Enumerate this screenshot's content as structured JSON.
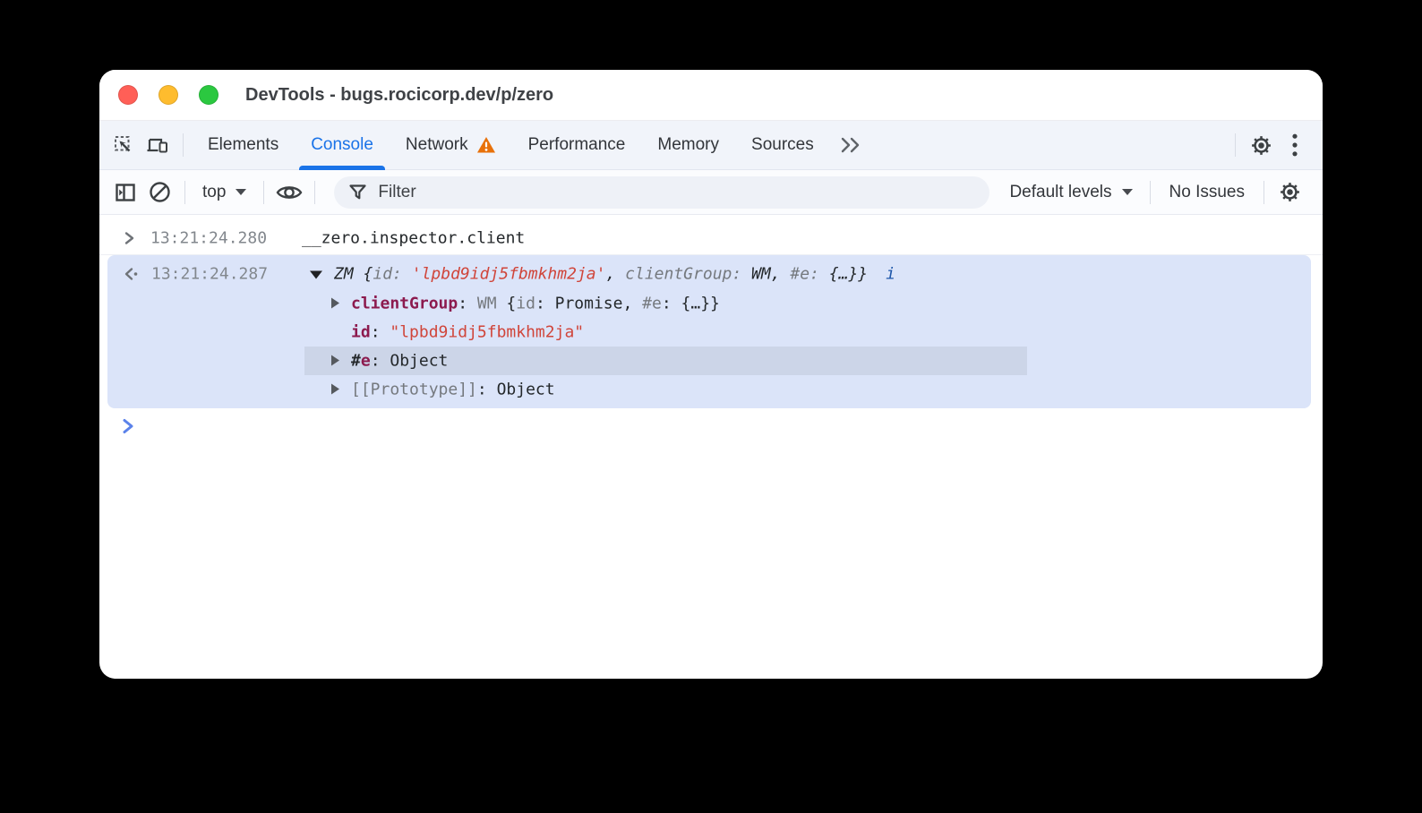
{
  "window": {
    "title": "DevTools - bugs.rocicorp.dev/p/zero"
  },
  "tabbar": {
    "tabs": [
      "Elements",
      "Console",
      "Network",
      "Performance",
      "Memory",
      "Sources"
    ],
    "active_tab": "Console",
    "more_tabs": "»"
  },
  "toolbar": {
    "context_selector": "top",
    "filter_placeholder": "Filter",
    "log_levels": "Default levels",
    "issues": "No Issues"
  },
  "console": {
    "input_line": {
      "timestamp": "13:21:24.280",
      "command": "__zero.inspector.client"
    },
    "result_line": {
      "timestamp": "13:21:24.287",
      "preview": {
        "class_open": "ZM {",
        "key_id": "id: ",
        "value_id": "'lpbd9idj5fbmkhm2ja'",
        "sep1": ", ",
        "key_clientgroup": "clientGroup: ",
        "value_clientgroup": "WM, ",
        "key_e": "#e: ",
        "closing": "{…}}",
        "info_hint": "i"
      },
      "children": {
        "clientgroup": {
          "name": "clientGroup",
          "sep": ": ",
          "class_name": "WM ",
          "open_brace": "{",
          "key_id": "id",
          "value_id": ": Promise, ",
          "key_e": "#e",
          "value_e": ": {…}}"
        },
        "id": {
          "name": "id",
          "sep": ": ",
          "value": "\"lpbd9idj5fbmkhm2ja\""
        },
        "private_e": {
          "hash": "#",
          "name": "e",
          "sep": ": ",
          "value": "Object"
        },
        "prototype": {
          "name": "[[Prototype]]",
          "sep": ": ",
          "value": "Object"
        }
      }
    }
  },
  "icons": {
    "inspect": "inspect-cursor",
    "device_toolbar": "laptop-phone",
    "network_warning": "orange-triangle-exclamation",
    "settings": "gear",
    "menu": "kebab-vertical-dots",
    "console_sidebar": "panel-with-play",
    "clear_console": "circle-slash",
    "live_expression": "eye",
    "filter": "funnel",
    "input_marker": "chevron-right",
    "output_marker": "chevron-left-dot",
    "prompt": "blue-chevron-right"
  },
  "colors": {
    "accent": "#1a73e8",
    "warning": "#e8710a",
    "string": "#d0453a",
    "property": "#8c1a4e",
    "result_highlight": "#dbe4f9",
    "row_highlight": "#ccd5e8",
    "traffic_red": "#ff5f57",
    "traffic_yellow": "#febc2e",
    "traffic_green": "#2bc840"
  }
}
